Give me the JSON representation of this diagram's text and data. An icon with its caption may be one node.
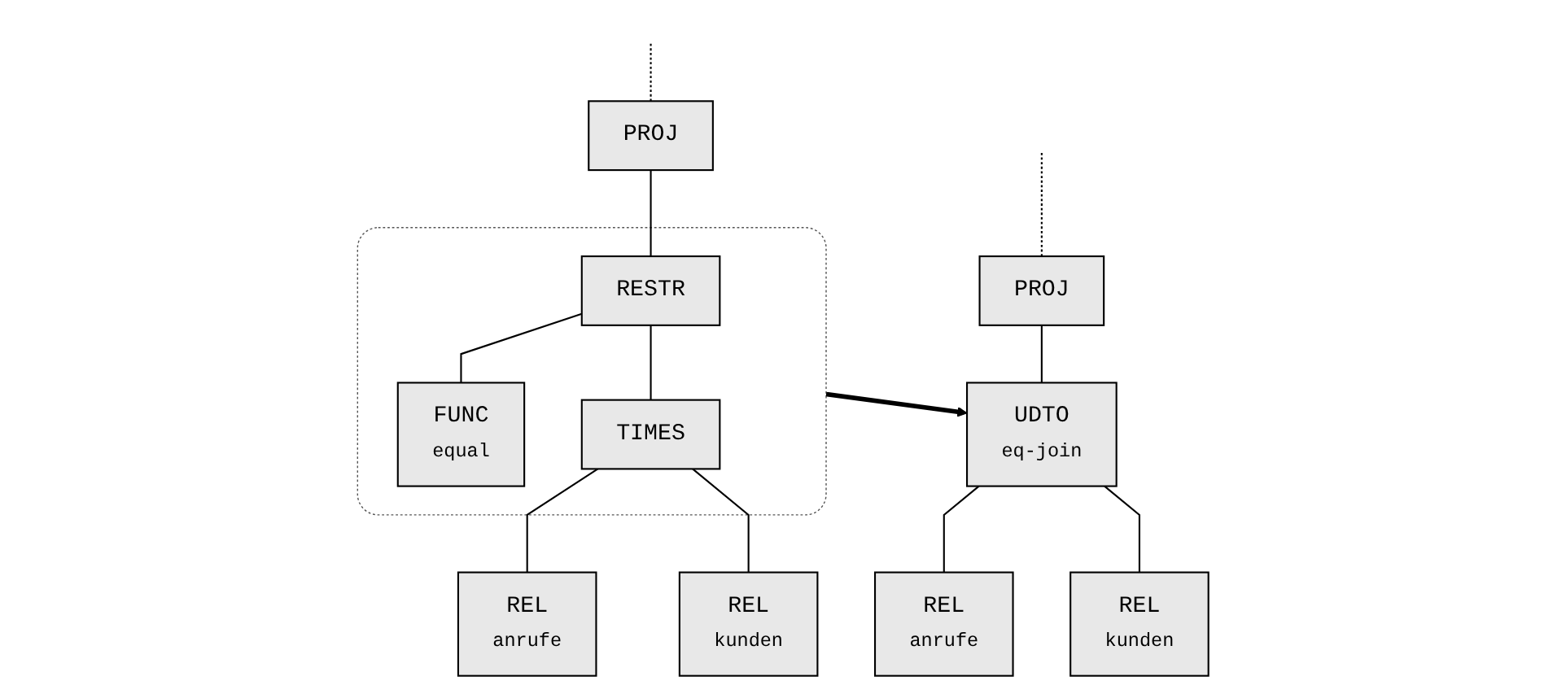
{
  "diagram": {
    "nodes": [
      {
        "text": [
          "PROJ"
        ]
      },
      {
        "text": [],
        "shape": "box"
      },
      {
        "text": [
          "RESTR"
        ],
        "in": 1
      },
      {
        "text": [
          "FUNC",
          "equal"
        ],
        "in": 1
      },
      {
        "text": [
          "TIMES"
        ],
        "in": 1
      },
      {
        "text": [
          "REL",
          "anrufe"
        ]
      },
      {
        "text": [
          "REL",
          "kunden"
        ]
      },
      {
        "text": [
          "PROJ"
        ]
      },
      {
        "text": [
          "UDTO",
          "eq-join"
        ]
      },
      {
        "text": [
          "REL",
          "anrufe"
        ]
      },
      {
        "text": [
          "REL",
          "kunden"
        ]
      }
    ],
    "edges": [
      {
        "from": null,
        "to": 0,
        "arrow": "none",
        "style": "dashed"
      },
      {
        "from": 0,
        "to": 2,
        "arrow": "none"
      },
      {
        "from": 2,
        "to": 3,
        "arrow": "none"
      },
      {
        "from": 2,
        "to": 4,
        "arrow": "none"
      },
      {
        "from": 4,
        "to": 5,
        "arrow": "none"
      },
      {
        "from": 4,
        "to": 6,
        "arrow": "none"
      },
      {
        "from": 1,
        "to": 8,
        "arrow": "to",
        "style": "thick"
      },
      {
        "from": null,
        "to": 7,
        "arrow": "none",
        "style": "dashed"
      },
      {
        "from": 7,
        "to": 8,
        "arrow": "none"
      },
      {
        "from": 8,
        "to": 9,
        "arrow": "none"
      },
      {
        "from": 8,
        "to": 10,
        "arrow": "none"
      }
    ]
  }
}
